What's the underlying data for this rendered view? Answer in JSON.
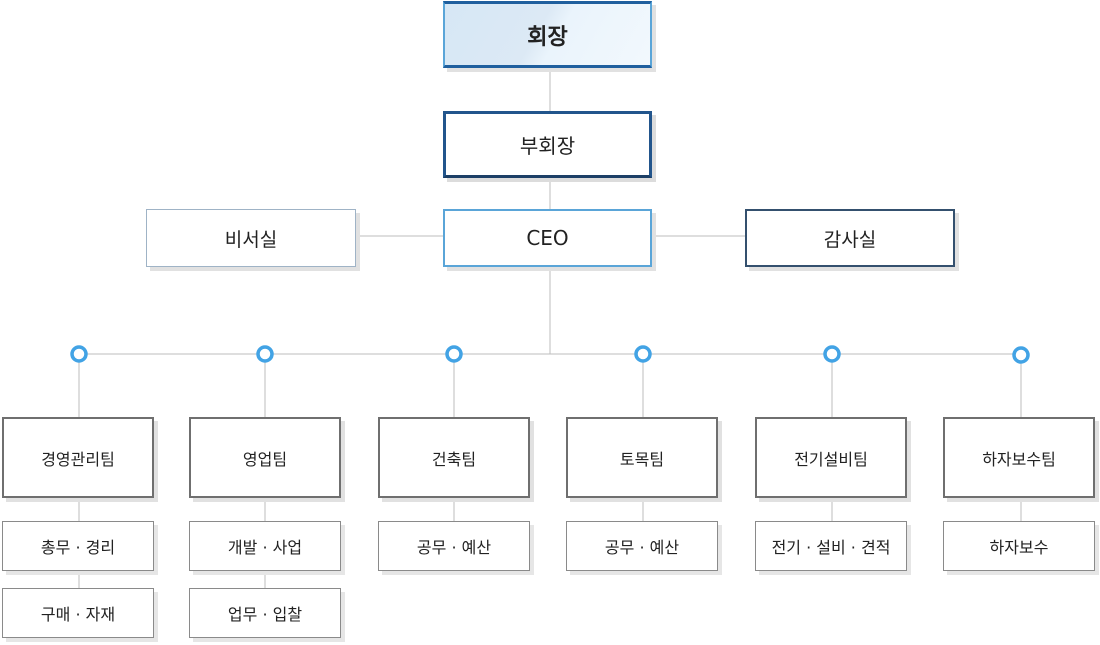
{
  "chart": {
    "chairman": "회장",
    "vice_chairman": "부회장",
    "ceo": "CEO",
    "secretary_office": "비서실",
    "audit_office": "감사실",
    "teams": [
      {
        "name": "경영관리팀",
        "subs": [
          "총무 · 경리",
          "구매 · 자재"
        ]
      },
      {
        "name": "영업팀",
        "subs": [
          "개발 · 사업",
          "업무 · 입찰"
        ]
      },
      {
        "name": "건축팀",
        "subs": [
          "공무 · 예산"
        ]
      },
      {
        "name": "토목팀",
        "subs": [
          "공무 · 예산"
        ]
      },
      {
        "name": "전기설비팀",
        "subs": [
          "전기 · 설비 · 견적"
        ]
      },
      {
        "name": "하자보수팀",
        "subs": [
          "하자보수"
        ]
      }
    ]
  },
  "colors": {
    "line": "#bdbdbd",
    "node_ring": "#42a3e5",
    "chair_border": "#1f5f9e",
    "vice_border": "#22558c",
    "ceo_border": "#5aa5d8",
    "audit_border": "#34506e"
  }
}
